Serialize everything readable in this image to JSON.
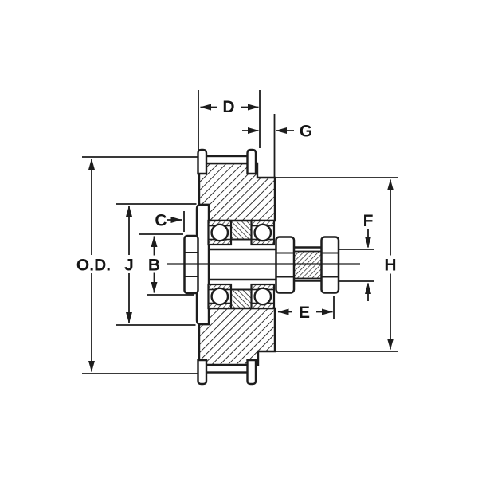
{
  "diagram": {
    "kind": "idler-sprocket-cross-section",
    "colors": {
      "line": "#1d1d1d",
      "background": "#ffffff"
    },
    "labels": {
      "od": "O.D.",
      "j": "J",
      "b": "B",
      "c": "C",
      "d": "D",
      "g": "G",
      "f": "F",
      "h": "H",
      "e": "E"
    }
  }
}
